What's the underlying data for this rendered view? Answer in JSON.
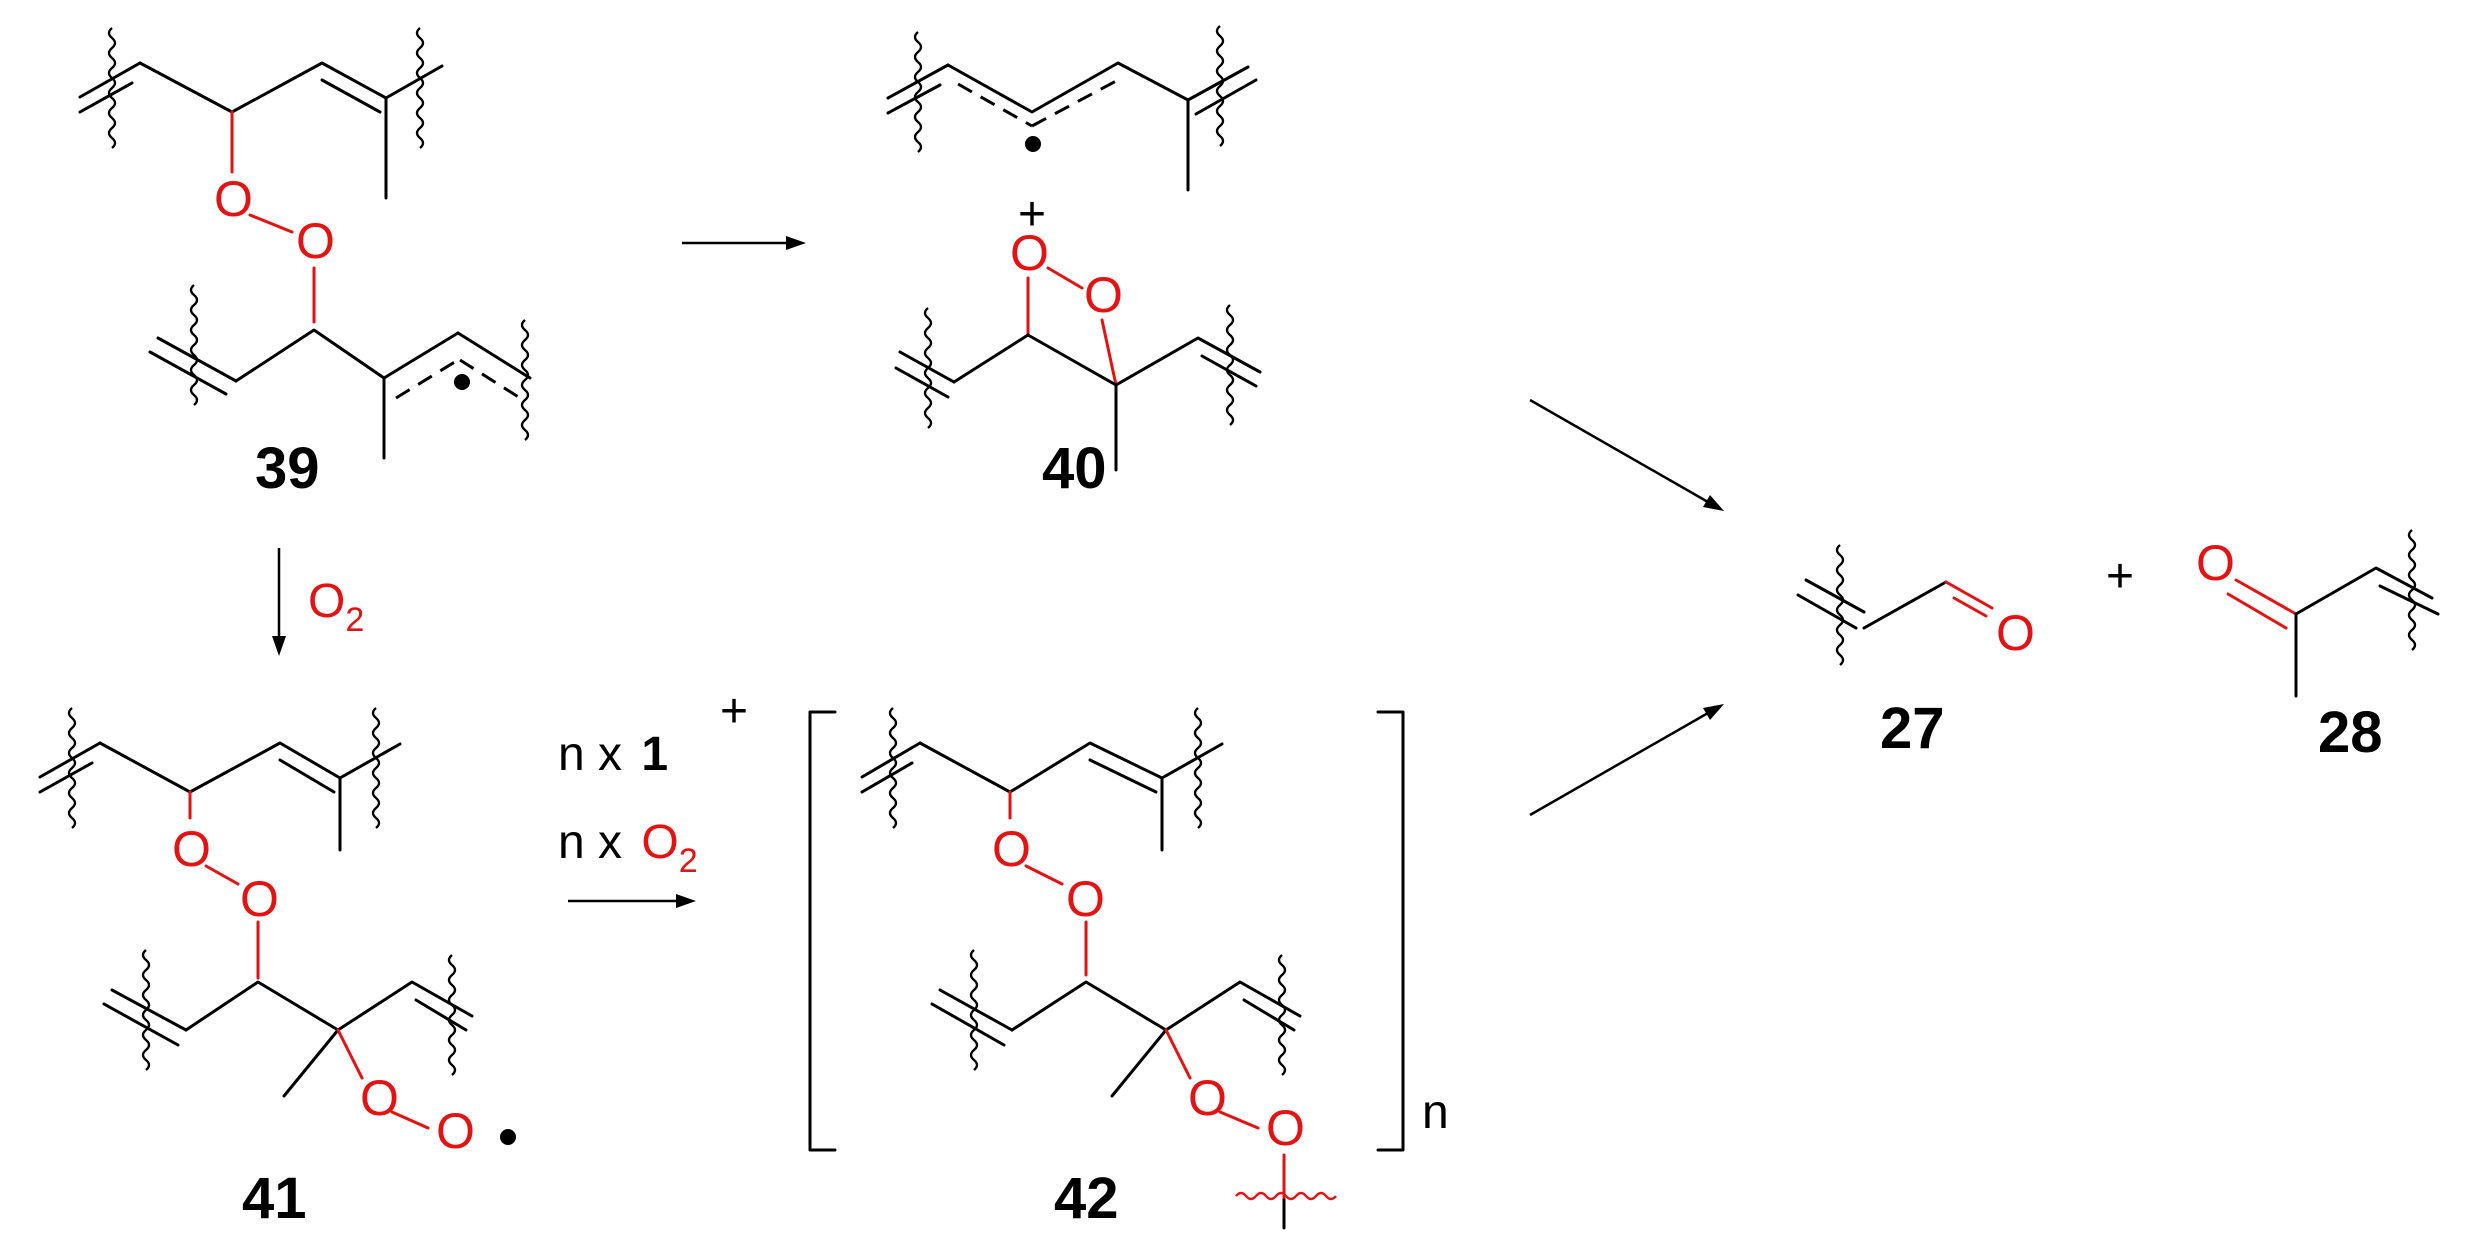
{
  "colors": {
    "bond": "#000000",
    "heteroatom": "#e31313"
  },
  "atoms": {
    "oxygen": "O"
  },
  "labels": {
    "c39": "39",
    "c40": "40",
    "c41": "41",
    "c42": "42",
    "c27": "27",
    "c28": "28"
  },
  "reagents": {
    "o2_base": "O",
    "o2_sub": "2",
    "n_x": "n x",
    "monomer": "1",
    "plus_sup": "+",
    "subscript_n": "n"
  },
  "plus_sign": "+"
}
